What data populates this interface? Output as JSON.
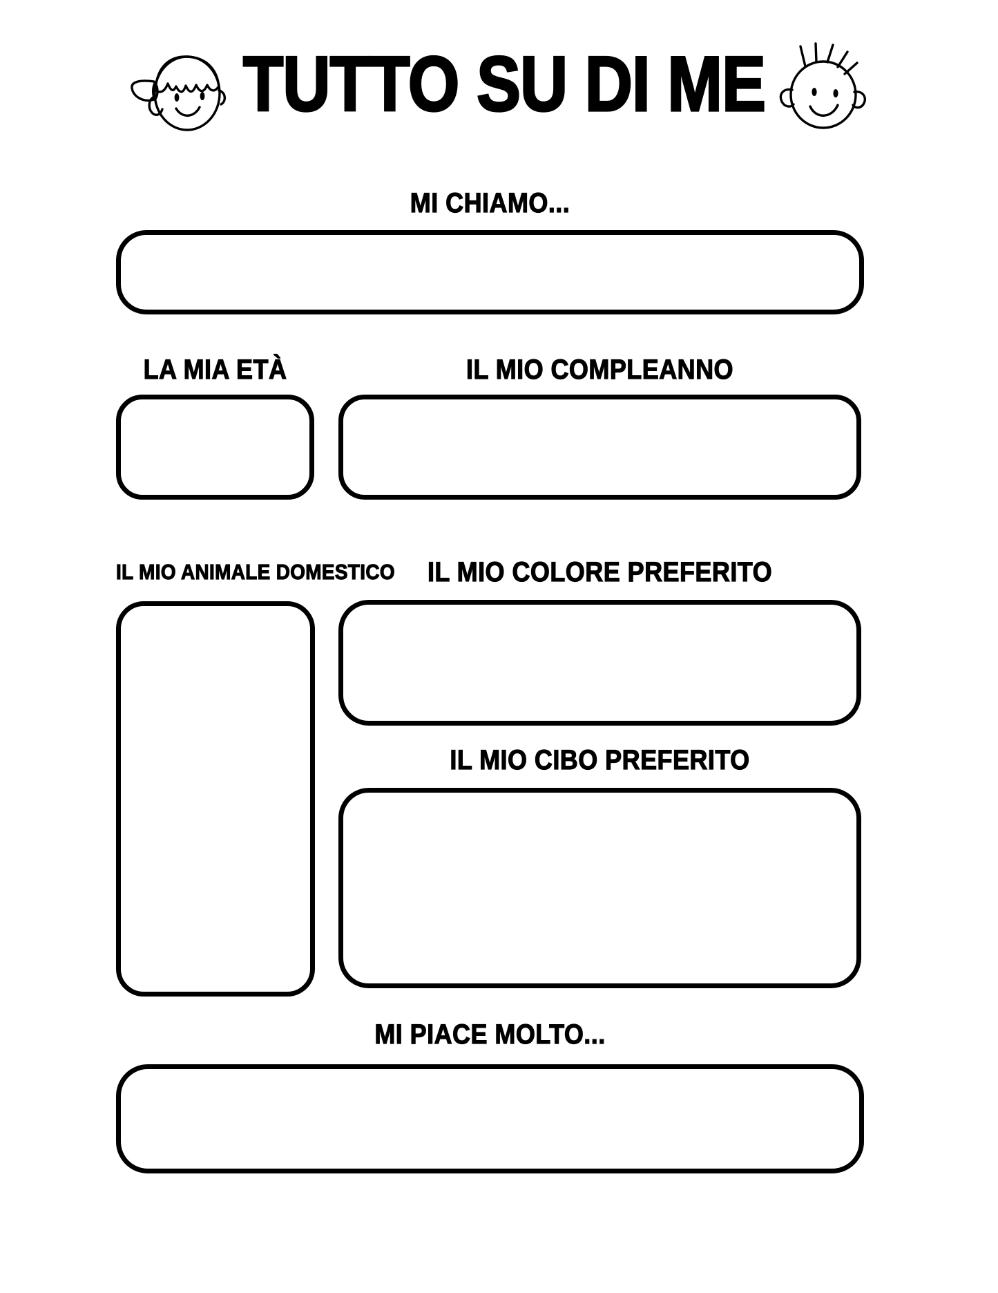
{
  "document": {
    "title": "TUTTO SU DI ME",
    "language": "it",
    "type": "worksheet",
    "background_color": "#FFFFFF",
    "ink_color": "#000000"
  },
  "header": {
    "title": "TUTTO SU DI ME",
    "left_icon": "girl-face-icon",
    "right_icon": "boy-face-icon"
  },
  "fields": {
    "name": {
      "label": "MI CHIAMO...",
      "value": "",
      "placeholder": ""
    },
    "age": {
      "label": "LA MIA ETÀ",
      "value": "",
      "placeholder": ""
    },
    "birthday": {
      "label": "IL MIO COMPLEANNO",
      "value": "",
      "placeholder": ""
    },
    "pet": {
      "label": "IL MIO ANIMALE DOMESTICO",
      "value": "",
      "placeholder": ""
    },
    "favorite_color": {
      "label": "IL MIO COLORE PREFERITO",
      "value": "",
      "placeholder": ""
    },
    "favorite_food": {
      "label": "IL MIO CIBO PREFERITO",
      "value": "",
      "placeholder": ""
    },
    "likes": {
      "label": "MI PIACE MOLTO...",
      "value": "",
      "placeholder": ""
    }
  }
}
